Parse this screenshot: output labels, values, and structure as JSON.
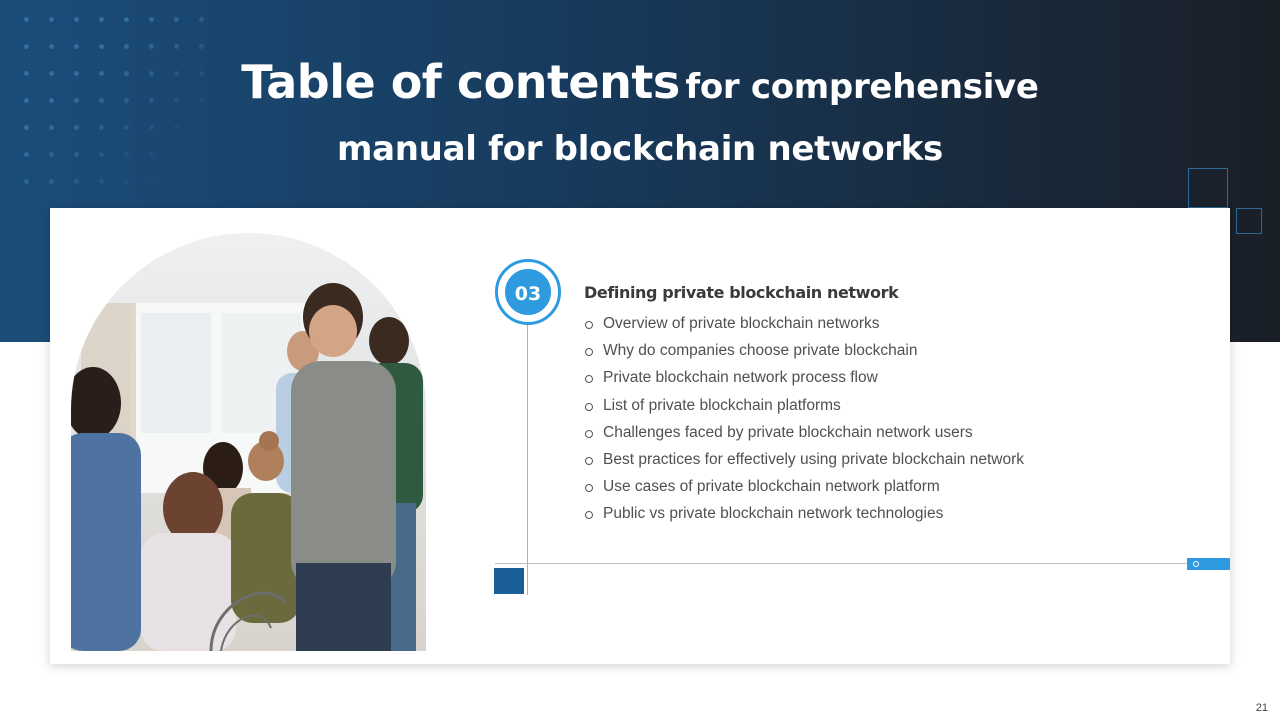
{
  "slide": {
    "title_big": "Table of contents",
    "title_rest": "for comprehensive",
    "title_line2": "manual for blockchain networks",
    "page_number": "21"
  },
  "section": {
    "number": "03",
    "title": "Defining private blockchain network",
    "items": [
      "Overview of private blockchain networks",
      "Why do companies choose private blockchain",
      "Private blockchain network process flow",
      "List of private blockchain platforms",
      "Challenges faced by private blockchain network users",
      "Best practices for effectively using private blockchain network",
      "Use cases of private blockchain network platform",
      "Public vs private blockchain network technologies"
    ]
  },
  "colors": {
    "header_left": "#1b4d79",
    "header_right": "#1a1f27",
    "accent_blue": "#2e9be0",
    "dark_blue": "#1a5e97"
  }
}
